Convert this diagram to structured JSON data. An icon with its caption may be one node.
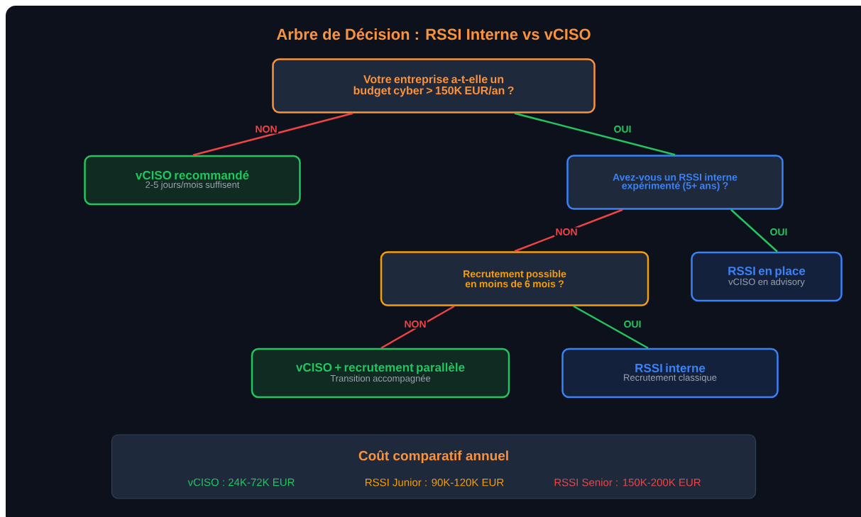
{
  "diagram": {
    "title": "Arbre de Décision : RSSI Interne vs vCISO",
    "nodes": [
      {
        "text": [
          "Votre entreprise a-t-elle un budget cyber > 150K EUR/an ?"
        ]
      },
      {
        "text": [
          "vCISO recommandé",
          "2-5 jours/mois suffisent"
        ]
      },
      {
        "text": [
          "Avez-vous un RSSI interne expérimenté (5+ ans) ?"
        ]
      },
      {
        "text": [
          "Recrutement possible en moins de 6 mois ?"
        ]
      },
      {
        "text": [
          "RSSI en place",
          "vCISO en advisory"
        ]
      },
      {
        "text": [
          "vCISO + recrutement parallèle",
          "Transition accompagnée"
        ]
      },
      {
        "text": [
          "RSSI interne",
          "Recrutement classique"
        ]
      },
      {
        "text": [
          "Coût comparatif annuel",
          "vCISO : 24K-72K EUR",
          "RSSI Junior : 90K-120K EUR",
          "RSSI Senior : 150K-200K EUR"
        ]
      }
    ],
    "edges": [
      {
        "from": 0,
        "to": 1,
        "arrow": "none",
        "label": "NON",
        "color": "#ef4444"
      },
      {
        "from": 0,
        "to": 2,
        "arrow": "none",
        "label": "OUI",
        "color": "#22c55e"
      },
      {
        "from": 2,
        "to": 3,
        "arrow": "none",
        "label": "NON",
        "color": "#ef4444"
      },
      {
        "from": 2,
        "to": 4,
        "arrow": "none",
        "label": "OUI",
        "color": "#22c55e"
      },
      {
        "from": 3,
        "to": 5,
        "arrow": "none",
        "label": "NON",
        "color": "#ef4444"
      },
      {
        "from": 3,
        "to": 6,
        "arrow": "none",
        "label": "OUI",
        "color": "#22c55e"
      }
    ]
  }
}
